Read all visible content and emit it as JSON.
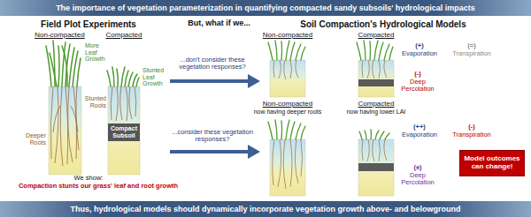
{
  "diagram": {
    "title": "The importance of vegetation parameterization in quantifying compacted sandy subsoils' hydrological impacts",
    "caption": "Thus, hydrological models should dynamically incorporate vegetation growth above- and belowground",
    "nodes": [
      {
        "text": [
          "Compact Subsoil"
        ]
      },
      {
        "text": [
          "Model outcomes can change!"
        ]
      }
    ],
    "labels": [
      "Field Plot Experiments",
      "Non-compacted",
      "Compacted",
      "More Leaf Growth",
      "Stunted Leaf Growth",
      "Stunted Roots",
      "Deeper Roots",
      "We show:",
      "Compaction stunts our grass' leaf and root growth",
      "But, what if we...",
      "...don't consider these vegetation responses?",
      "...consider these vegetation responses?",
      "Soil Compaction's Hydrological Models",
      "Non-compacted",
      "Compacted",
      "(+)",
      "Evaporation",
      "(=)",
      "Transpiration",
      "(-)",
      "Deep Percolation",
      "Non-compacted",
      "now having deeper roots",
      "Compacted",
      "now having lower LAI",
      "(++)",
      "Evaporation",
      "(-)",
      "Transpiration",
      "(±)",
      "Deep Percolation"
    ]
  }
}
